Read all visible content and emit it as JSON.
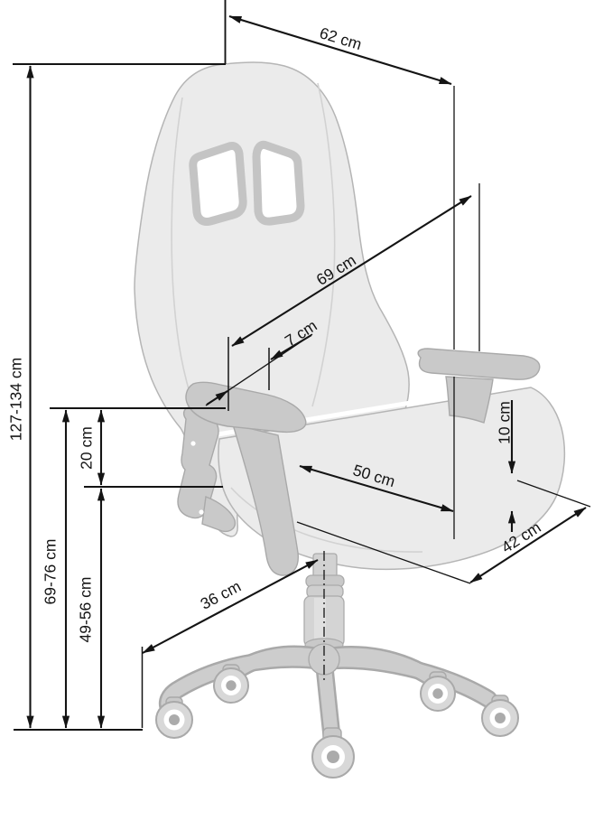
{
  "diagram": {
    "subject": "gaming-chair-dimension-drawing",
    "unit": "cm",
    "colors": {
      "background": "#ffffff",
      "dimension_lines": "#141414",
      "chair_body": "#ebebeb",
      "chair_outline": "#b5b5b5",
      "chair_accent": "#c9c9c9"
    },
    "labels": {
      "total_height": "127-134 cm",
      "backrest_top_width": "62 cm",
      "backrest_length": "69 cm",
      "armrest_setback": "7 cm",
      "armrest_above_seat": "20 cm",
      "armrest_height": "69-76 cm",
      "seat_height": "49-56 cm",
      "base_radius": "36 cm",
      "seat_depth": "50 cm",
      "seat_cushion_thickness": "10 cm",
      "seat_width": "42 cm"
    }
  }
}
